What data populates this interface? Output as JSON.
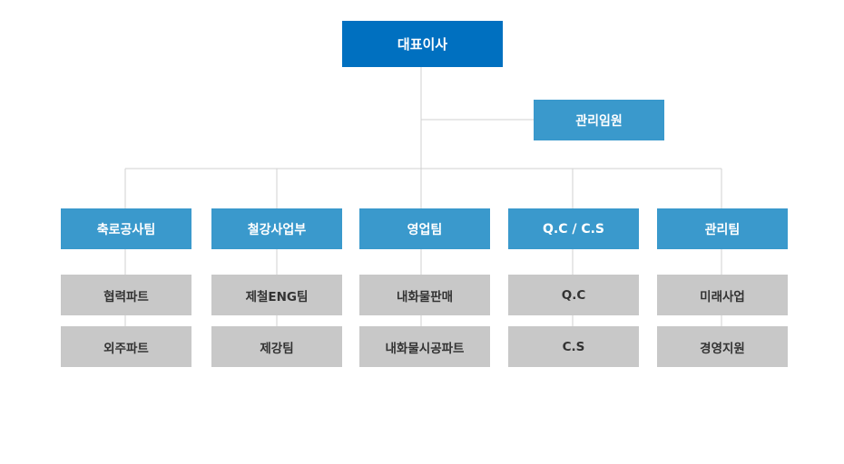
{
  "ceo": "대표이사",
  "executive": "관리임원",
  "departments": [
    {
      "name": "축로공사팀",
      "subs": [
        "협력파트",
        "외주파트"
      ]
    },
    {
      "name": "철강사업부",
      "subs": [
        "제철ENG팀",
        "제강팀"
      ]
    },
    {
      "name": "영업팀",
      "subs": [
        "내화물판매",
        "내화물시공파트"
      ]
    },
    {
      "name": "Q.C / C.S",
      "subs": [
        "Q.C",
        "C.S"
      ]
    },
    {
      "name": "관리팀",
      "subs": [
        "미래사업",
        "경영지원"
      ]
    }
  ],
  "colors": {
    "ceo": "#0070c0",
    "department": "#3a99cc",
    "sub_unit": "#c8c8c8",
    "connector": "#d0d0d0"
  }
}
